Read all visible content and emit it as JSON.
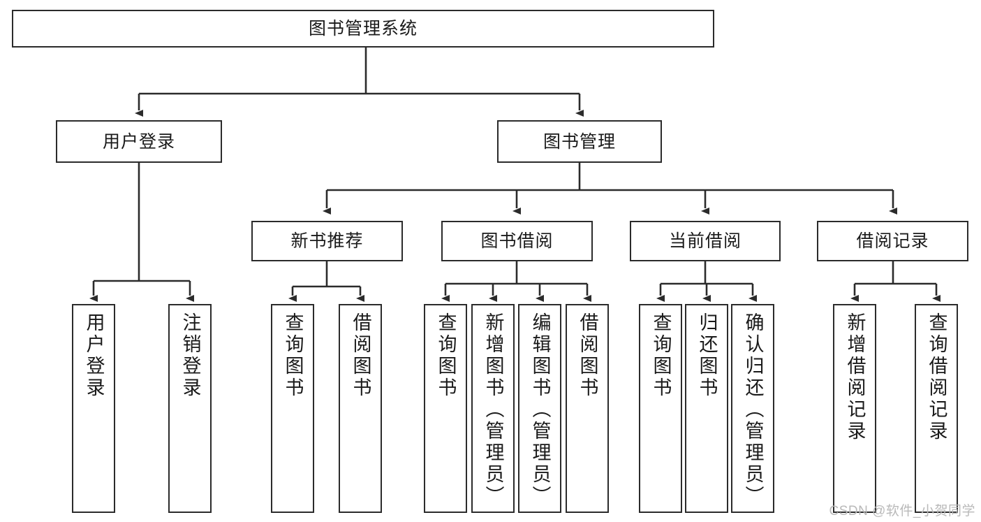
{
  "diagram": {
    "title": "图书管理系统",
    "type": "tree-hierarchy-chart",
    "colors": {
      "background": "#ffffff",
      "node_fill": "#ffffff",
      "node_border": "#2b2b2b",
      "edge": "#2b2b2b",
      "text": "#1a1a1a",
      "watermark": "#b9b9b9"
    },
    "watermark": "CSDN @软件_小贺同学"
  },
  "nodes": {
    "root": {
      "label": "图书管理系统"
    },
    "level2": [
      {
        "id": "user-login",
        "label": "用户登录"
      },
      {
        "id": "book-manage",
        "label": "图书管理"
      }
    ],
    "level3": [
      {
        "id": "new-book-recommend",
        "label": "新书推荐"
      },
      {
        "id": "book-borrow",
        "label": "图书借阅"
      },
      {
        "id": "current-borrow",
        "label": "当前借阅"
      },
      {
        "id": "borrow-record",
        "label": "借阅记录"
      }
    ],
    "leaves": {
      "user-login": [
        {
          "id": "leaf-user-login",
          "label": "用户登录"
        },
        {
          "id": "leaf-user-logout",
          "label": "注销登录"
        }
      ],
      "new-book-recommend": [
        {
          "id": "leaf-query-book-1",
          "label": "查询图书"
        },
        {
          "id": "leaf-borrow-book-1",
          "label": "借阅图书"
        }
      ],
      "book-borrow": [
        {
          "id": "leaf-query-book-2",
          "label": "查询图书"
        },
        {
          "id": "leaf-add-book",
          "label": "新增图书（管理员）"
        },
        {
          "id": "leaf-edit-book",
          "label": "编辑图书（管理员）"
        },
        {
          "id": "leaf-borrow-book-2",
          "label": "借阅图书"
        }
      ],
      "current-borrow": [
        {
          "id": "leaf-query-book-3",
          "label": "查询图书"
        },
        {
          "id": "leaf-return-book",
          "label": "归还图书"
        },
        {
          "id": "leaf-confirm-return",
          "label": "确认归还（管理员）"
        }
      ],
      "borrow-record": [
        {
          "id": "leaf-add-record",
          "label": "新增借阅记录"
        },
        {
          "id": "leaf-query-record",
          "label": "查询借阅记录"
        }
      ]
    }
  }
}
